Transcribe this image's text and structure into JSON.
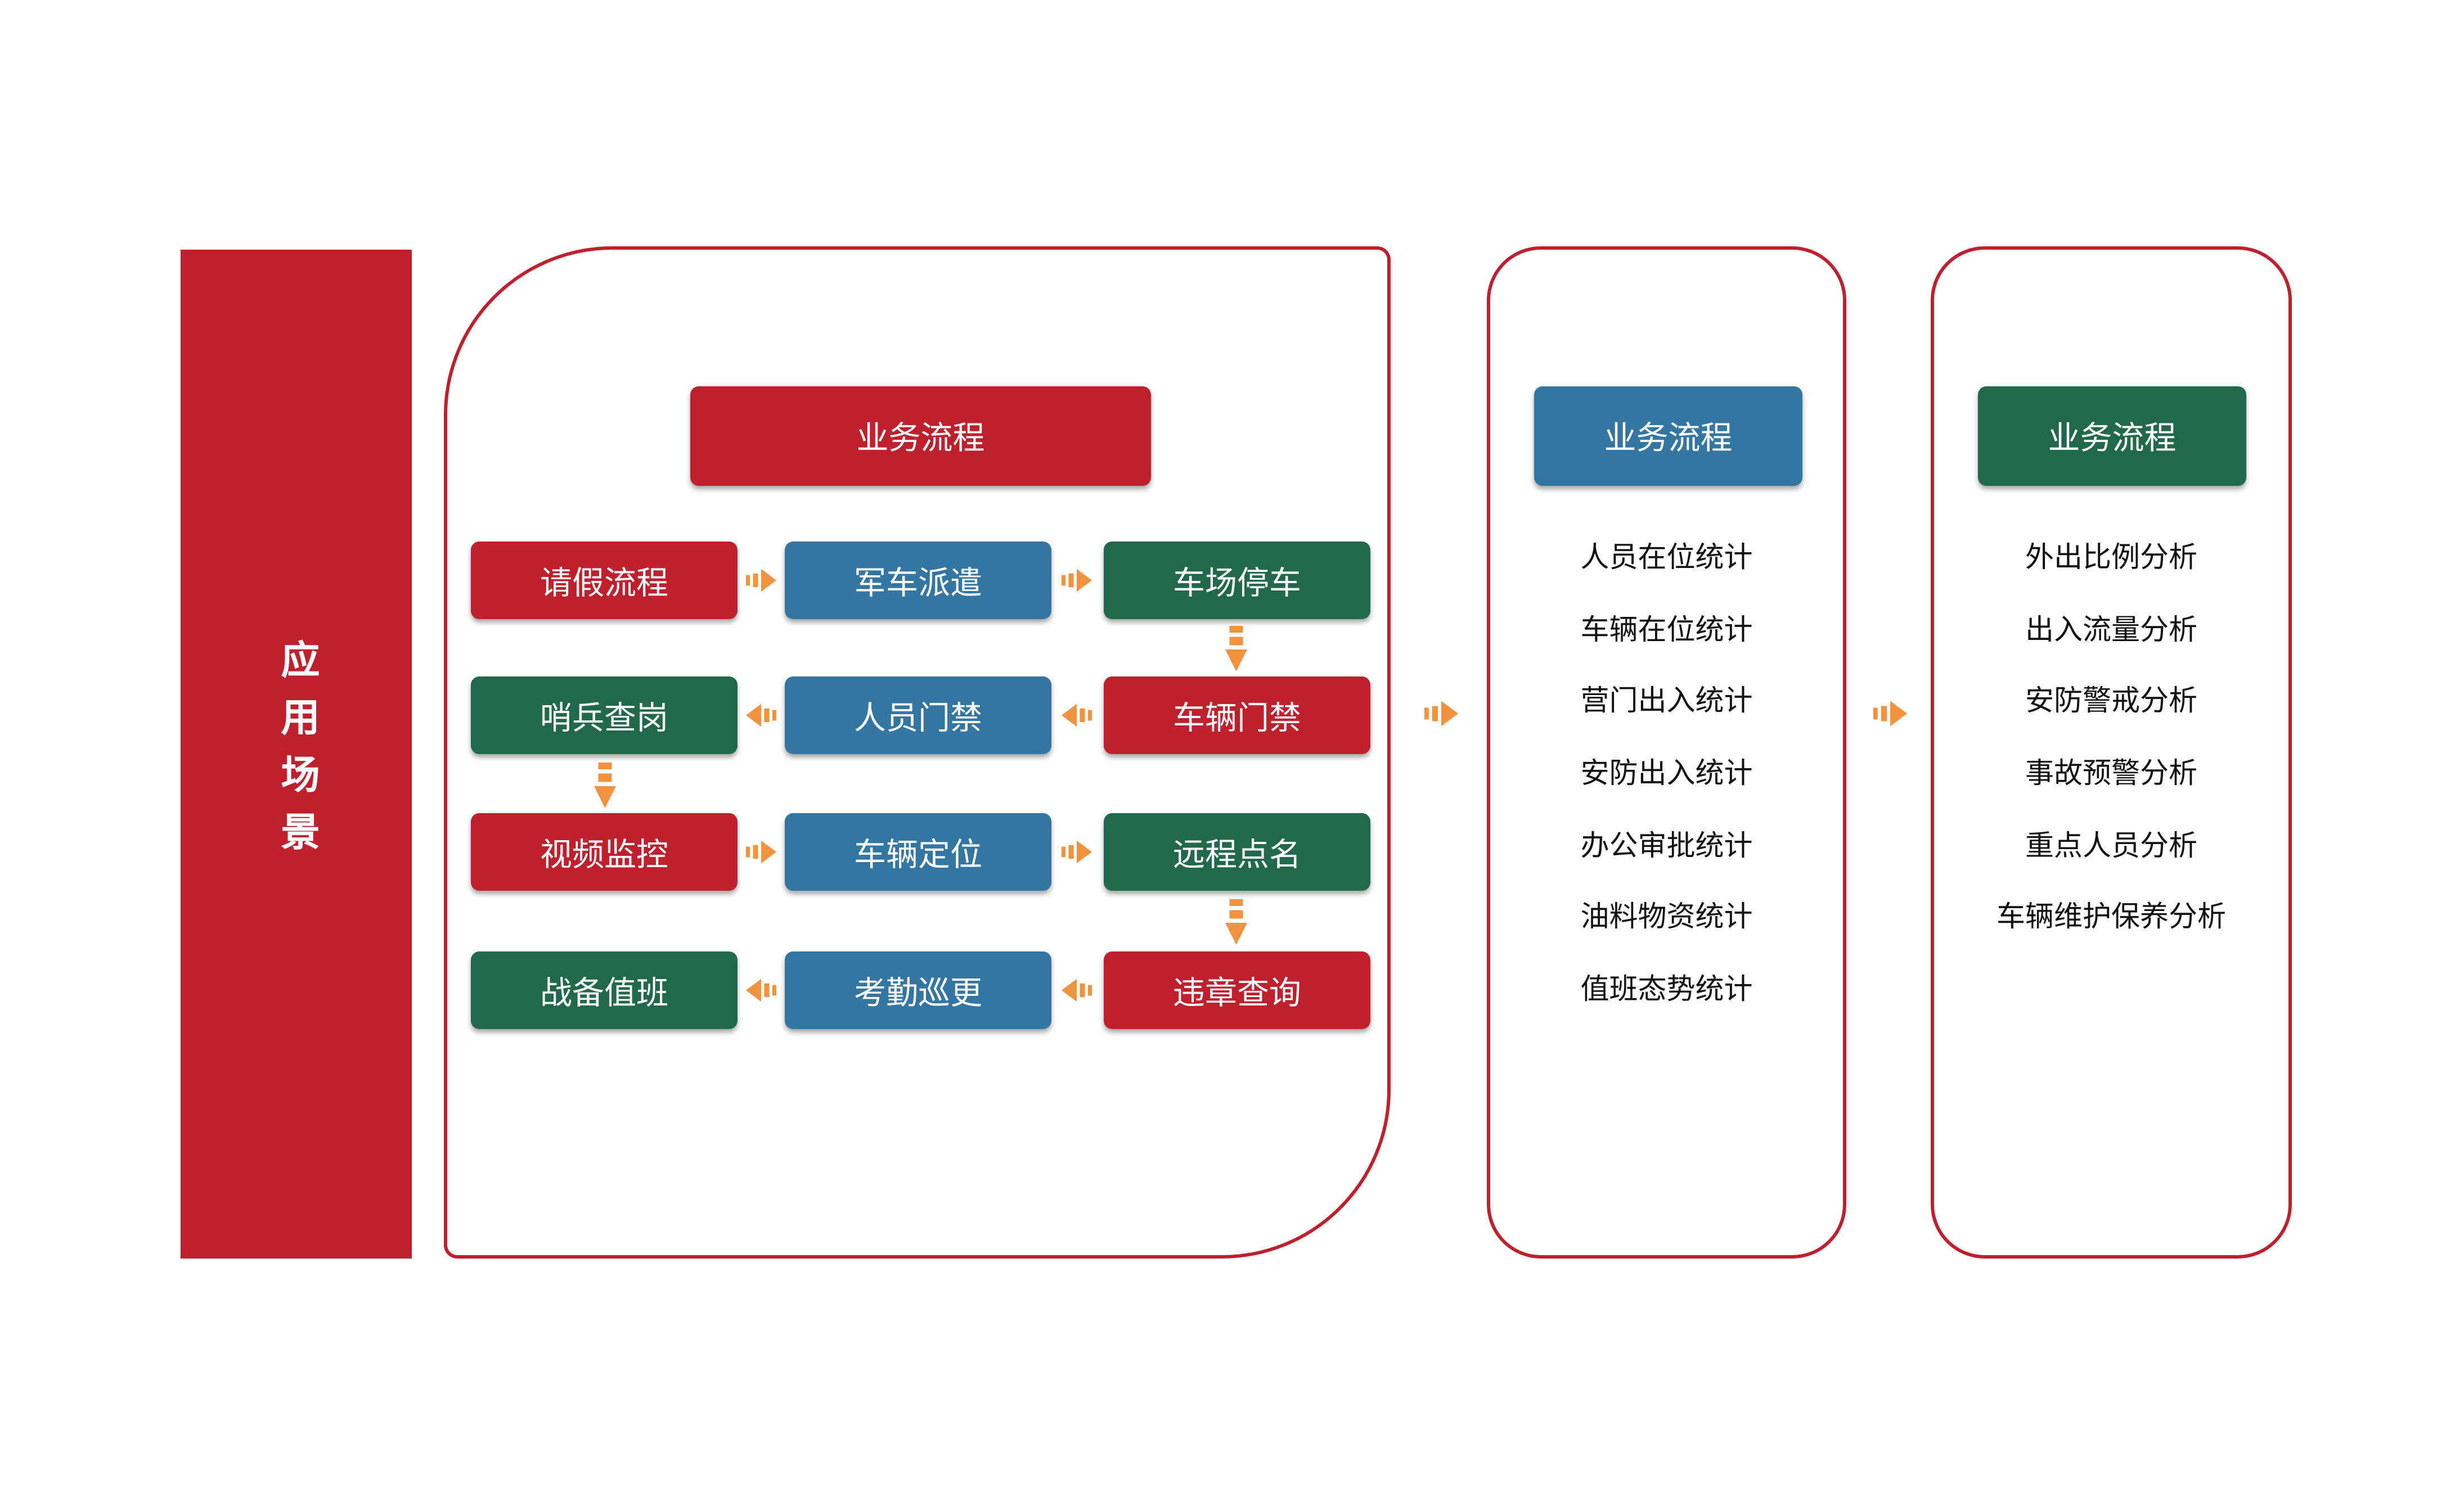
{
  "colors": {
    "red": "#BE202E",
    "blue": "#3476A2",
    "green": "#21684C",
    "orange": "#F0923E",
    "text": "#111111",
    "background": "#FFFFFF"
  },
  "left_banner": {
    "label": "应用场景"
  },
  "main_flow": {
    "header": "业务流程",
    "header_color": "red",
    "rows": [
      {
        "arrow_direction": "right",
        "cells": [
          {
            "label": "请假流程",
            "color": "red"
          },
          {
            "label": "军车派遣",
            "color": "blue"
          },
          {
            "label": "车场停车",
            "color": "green"
          }
        ]
      },
      {
        "arrow_direction": "left",
        "cells": [
          {
            "label": "哨兵查岗",
            "color": "green"
          },
          {
            "label": "人员门禁",
            "color": "blue"
          },
          {
            "label": "车辆门禁",
            "color": "red"
          }
        ]
      },
      {
        "arrow_direction": "right",
        "cells": [
          {
            "label": "视频监控",
            "color": "red"
          },
          {
            "label": "车辆定位",
            "color": "blue"
          },
          {
            "label": "远程点名",
            "color": "green"
          }
        ]
      },
      {
        "arrow_direction": "left",
        "cells": [
          {
            "label": "战备值班",
            "color": "green"
          },
          {
            "label": "考勤巡更",
            "color": "blue"
          },
          {
            "label": "违章查询",
            "color": "red"
          }
        ]
      }
    ]
  },
  "stats_panel": {
    "header": "业务流程",
    "header_color": "blue",
    "items": [
      "人员在位统计",
      "车辆在位统计",
      "营门出入统计",
      "安防出入统计",
      "办公审批统计",
      "油料物资统计",
      "值班态势统计"
    ]
  },
  "analysis_panel": {
    "header": "业务流程",
    "header_color": "green",
    "items": [
      "外出比例分析",
      "出入流量分析",
      "安防警戒分析",
      "事故预警分析",
      "重点人员分析",
      "车辆维护保养分析"
    ]
  }
}
